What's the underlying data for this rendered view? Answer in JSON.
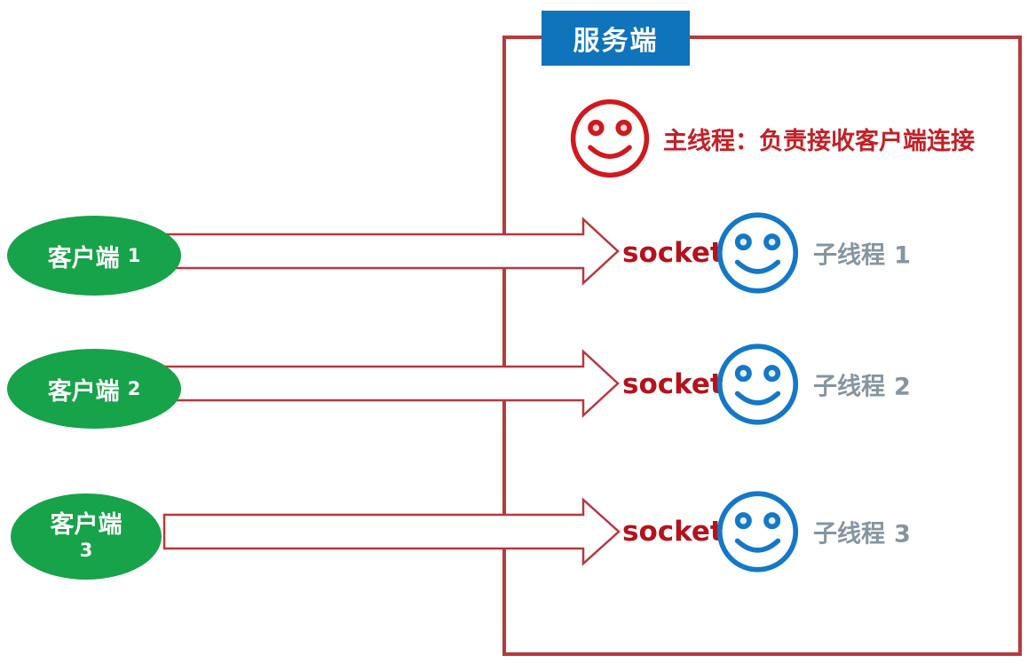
{
  "server": {
    "title": "服务端",
    "main_thread_label": "主线程：负责接收客户端连接",
    "main_thread_icon": "red-smiley-face-icon"
  },
  "clients": [
    {
      "name": "客户端",
      "number": "1"
    },
    {
      "name": "客户端",
      "number": "2"
    },
    {
      "name": "客户端",
      "number": "3"
    }
  ],
  "connections": [
    {
      "socket_label": "socket",
      "thread_name": "子线程",
      "thread_number": "1",
      "thread_icon": "blue-smiley-face-icon"
    },
    {
      "socket_label": "socket",
      "thread_name": "子线程",
      "thread_number": "2",
      "thread_icon": "blue-smiley-face-icon"
    },
    {
      "socket_label": "socket",
      "thread_name": "子线程",
      "thread_number": "3",
      "thread_icon": "blue-smiley-face-icon"
    }
  ],
  "colors": {
    "box_border_red": "#B8393C",
    "smiley_red": "#D0191F",
    "main_text_red": "#C32126",
    "socket_red": "#B5121B",
    "header_blue": "#0F74BC",
    "smiley_blue": "#1478C8",
    "client_green": "#17A349",
    "thread_gray": "#8595A1"
  }
}
